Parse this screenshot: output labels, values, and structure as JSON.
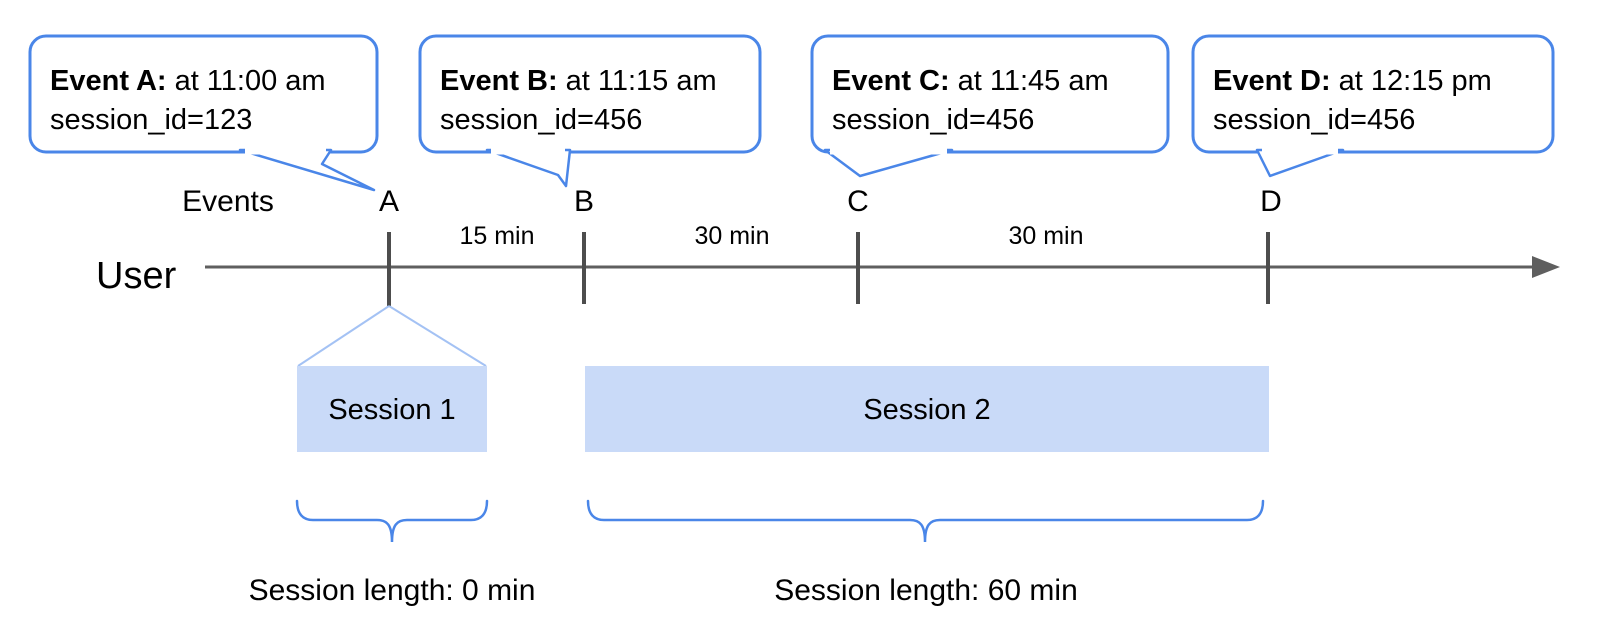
{
  "colors": {
    "bubble_border_blue": "#4a86e8",
    "brace_blue": "#4a86e8",
    "funnel_line_blue": "#a4c2f4",
    "session_box_fill": "#c9daf8",
    "timeline_gray": "#5f5f5f",
    "tick_gray": "#4d4d4d"
  },
  "diagram": {
    "events_axis_label": "Events",
    "user_label": "User",
    "events": [
      {
        "letter": "A",
        "callout_prefix": "Event A:",
        "callout_time": "at 11:00 am",
        "callout_session": "session_id=123"
      },
      {
        "letter": "B",
        "callout_prefix": "Event B:",
        "callout_time": "at 11:15 am",
        "callout_session": "session_id=456"
      },
      {
        "letter": "C",
        "callout_prefix": "Event C:",
        "callout_time": "at 11:45 am",
        "callout_session": "session_id=456"
      },
      {
        "letter": "D",
        "callout_prefix": "Event D:",
        "callout_time": "at 12:15 pm",
        "callout_session": "session_id=456"
      }
    ],
    "intervals": [
      {
        "label": "15 min"
      },
      {
        "label": "30 min"
      },
      {
        "label": "30 min"
      }
    ],
    "sessions": [
      {
        "label": "Session 1",
        "length_label": "Session length: 0 min"
      },
      {
        "label": "Session 2",
        "length_label": "Session length: 60 min"
      }
    ]
  }
}
